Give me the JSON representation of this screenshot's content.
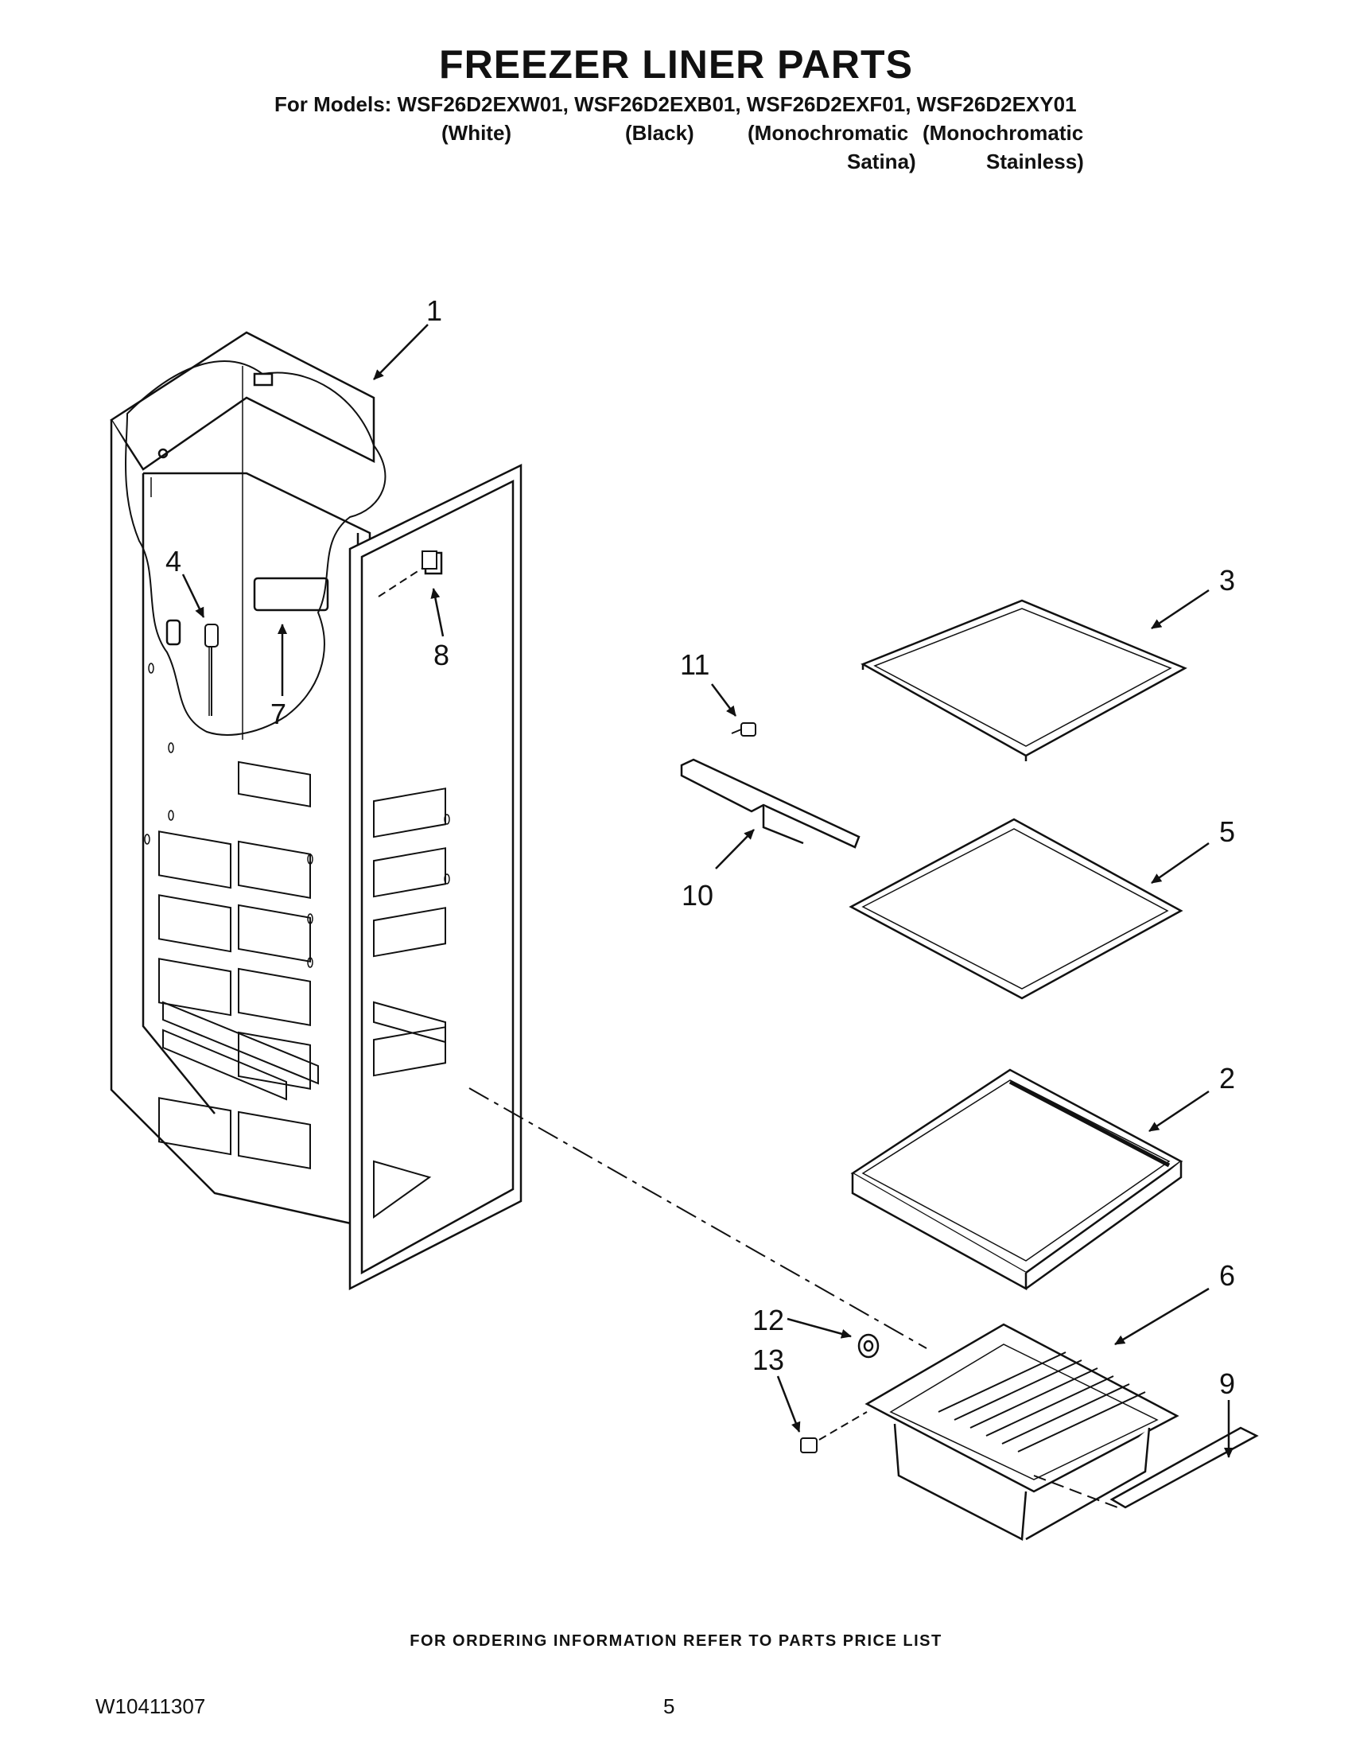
{
  "header": {
    "title": "FREEZER LINER PARTS",
    "models_line": "For Models: WSF26D2EXW01, WSF26D2EXB01, WSF26D2EXF01, WSF26D2EXY01",
    "variants": [
      "(White)",
      "(Black)",
      "(Monochromatic",
      "(Monochromatic",
      "Satina)",
      "Stainless)"
    ]
  },
  "callouts": {
    "c1": "1",
    "c2": "2",
    "c3": "3",
    "c4": "4",
    "c5": "5",
    "c6": "6",
    "c7": "7",
    "c8": "8",
    "c9": "9",
    "c10": "10",
    "c11": "11",
    "c12": "12",
    "c13": "13"
  },
  "footer": {
    "ordering_note": "FOR ORDERING INFORMATION REFER TO PARTS PRICE LIST",
    "doc_number": "W10411307",
    "page_number": "5"
  }
}
